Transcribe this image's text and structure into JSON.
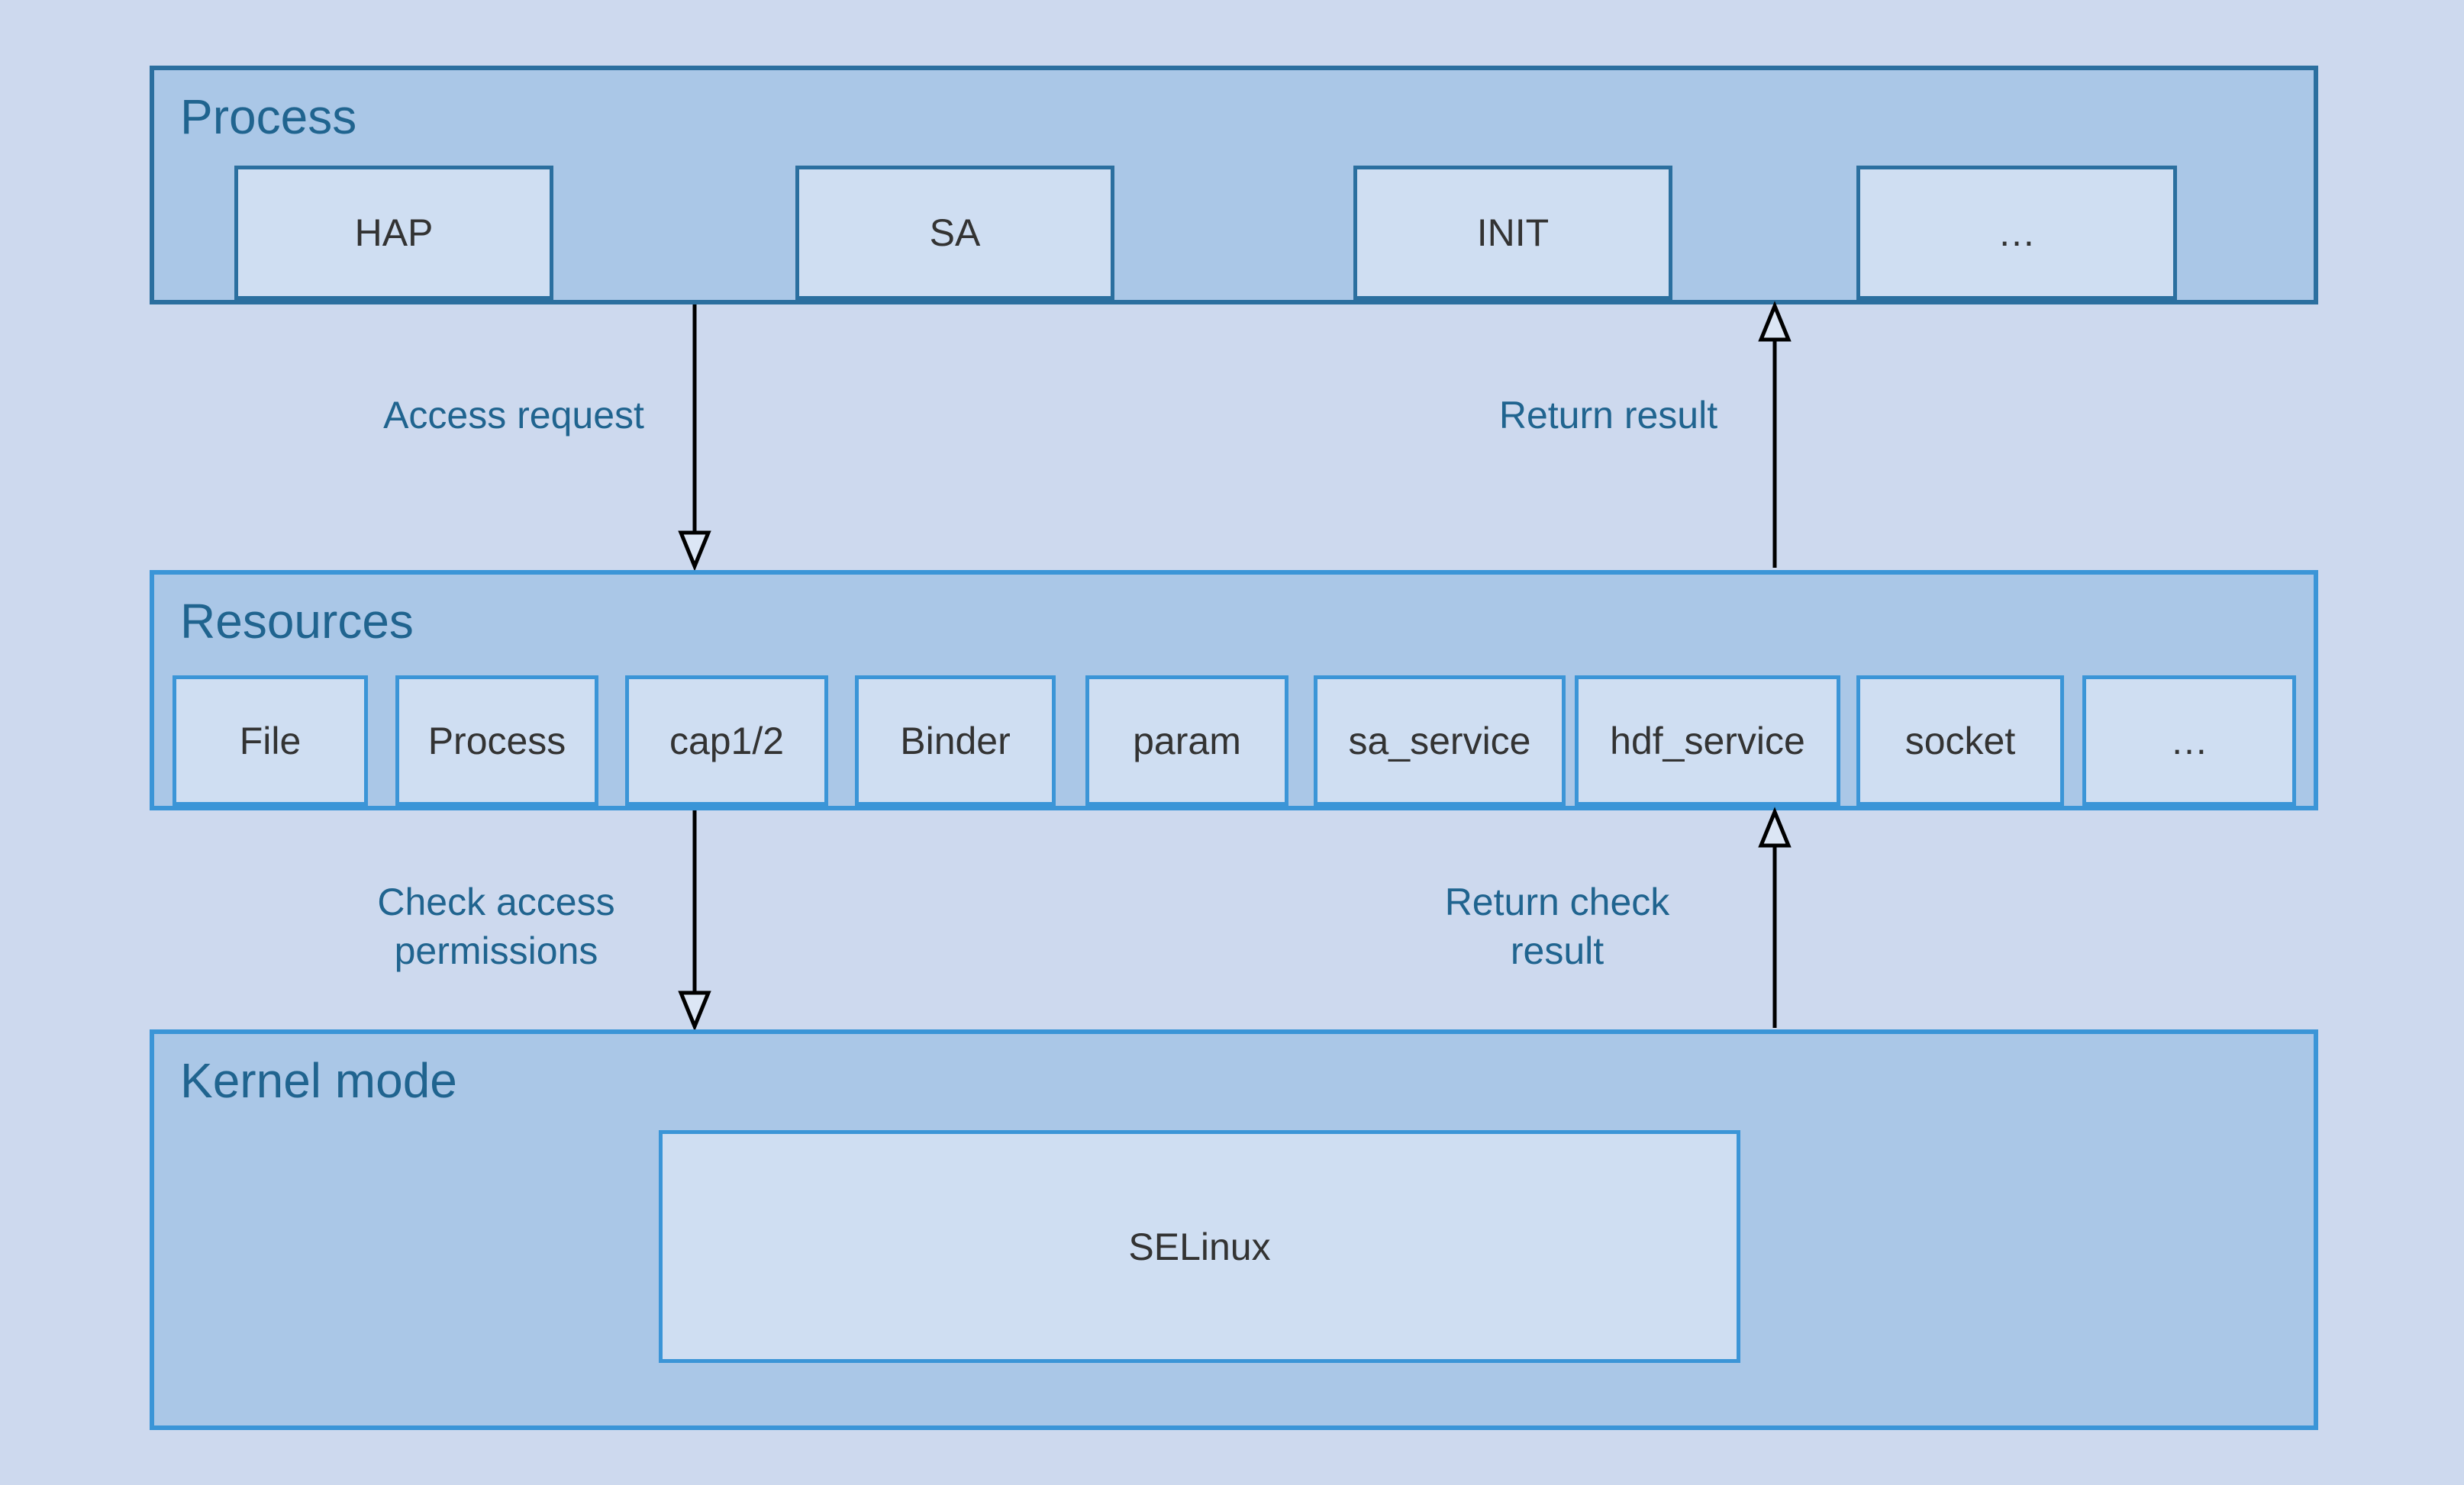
{
  "diagram": {
    "bands": [
      {
        "id": "process",
        "title": "Process",
        "boxes": [
          "HAP",
          "SA",
          "INIT",
          "…"
        ]
      },
      {
        "id": "resources",
        "title": "Resources",
        "boxes": [
          "File",
          "Process",
          "cap1/2",
          "Binder",
          "param",
          "sa_service",
          "hdf_service",
          "socket",
          "…"
        ]
      },
      {
        "id": "kernel",
        "title": "Kernel mode",
        "boxes": [
          "SELinux"
        ]
      }
    ],
    "arrows": [
      {
        "id": "access-request",
        "label": "Access request",
        "direction": "down",
        "from": "process",
        "to": "resources"
      },
      {
        "id": "return-result",
        "label": "Return result",
        "direction": "up",
        "from": "resources",
        "to": "process"
      },
      {
        "id": "check-access-permissions",
        "label": "Check access permissions",
        "direction": "down",
        "from": "resources",
        "to": "kernel"
      },
      {
        "id": "return-check-result",
        "label": "Return check result",
        "direction": "up",
        "from": "kernel",
        "to": "resources"
      }
    ],
    "colors": {
      "page_bg": "#cdd9ee",
      "band_fill": "#aac7e7",
      "box_fill": "#cfdef2",
      "process_border": "#2b6f9f",
      "resources_border": "#3b95d7",
      "kernel_border": "#3b95d7",
      "title_text": "#20648f",
      "label_text": "#20648f",
      "box_text": "#333333",
      "arrow_line": "#000000"
    }
  }
}
